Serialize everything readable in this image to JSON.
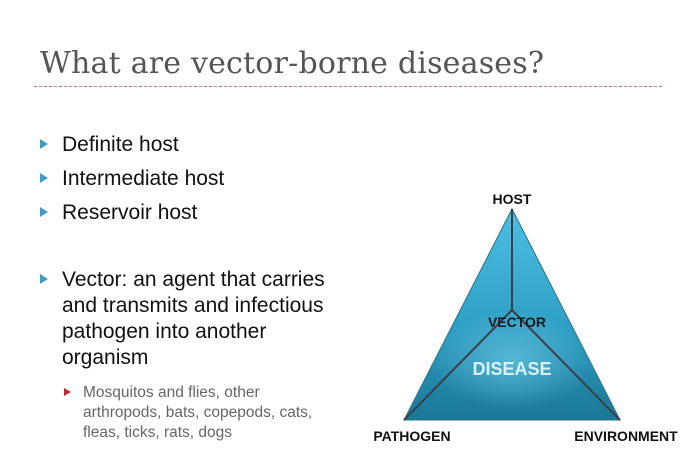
{
  "slide": {
    "title": "What are vector-borne diseases?",
    "bullets": [
      "Definite host",
      "Intermediate host",
      "Reservoir host",
      "Vector: an agent that carries and transmits and infectious pathogen into another organism"
    ],
    "sub_bullet": "Mosquitos and flies, other arthropods, bats, copepods, cats, fleas, ticks, rats, dogs"
  },
  "diagram": {
    "top_label": "HOST",
    "left_label": "PATHOGEN",
    "right_label": "ENVIRONMENT",
    "center_label": "VECTOR",
    "core_label": "DISEASE",
    "colors": {
      "triangle_light": "#3fb2d6",
      "triangle_dark": "#1d7a9c",
      "lines": "#3a3f4a",
      "bullet_main": "#3b9ec4",
      "bullet_sub": "#c4262e"
    }
  }
}
